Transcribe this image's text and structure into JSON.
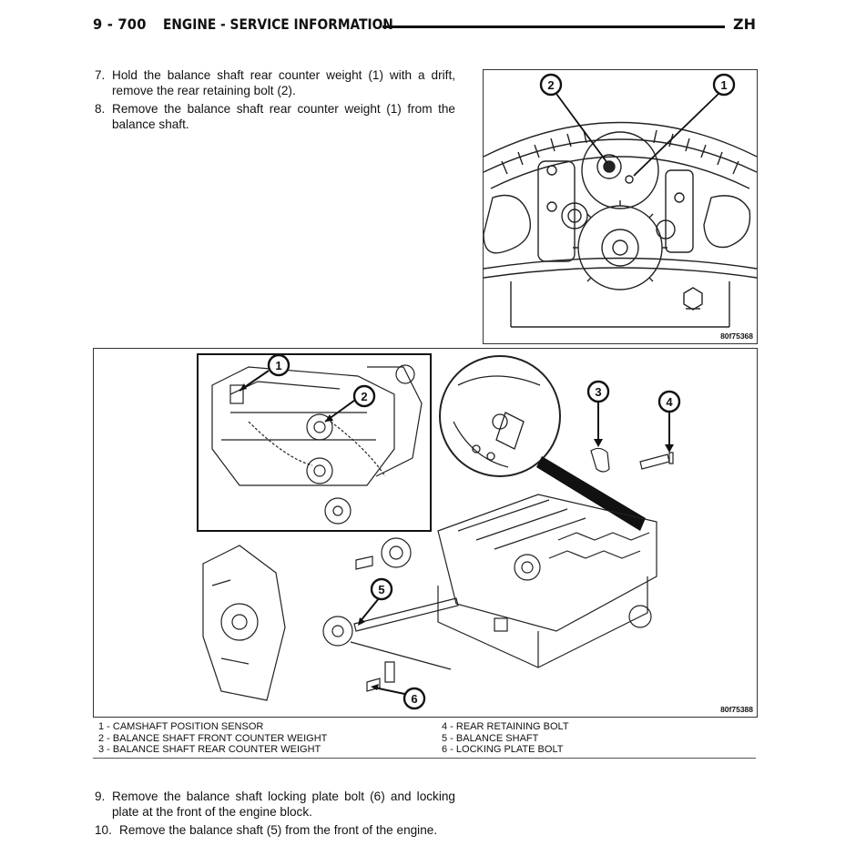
{
  "header": {
    "page_number": "9 - 700",
    "section_title": "ENGINE - SERVICE INFORMATION",
    "model_code": "ZH"
  },
  "steps_top": [
    {
      "num": "7.",
      "text": "Hold the balance shaft rear counter weight (1) with a drift, remove the rear retaining bolt (2)."
    },
    {
      "num": "8.",
      "text": "Remove the balance shaft rear counter weight (1) from the balance shaft."
    }
  ],
  "figure1": {
    "code": "80f75368",
    "callouts": [
      "2",
      "1"
    ]
  },
  "figure2": {
    "code": "80f75388",
    "callouts": [
      "1",
      "2",
      "3",
      "4",
      "5",
      "6"
    ]
  },
  "legend": [
    "1 - CAMSHAFT POSITION SENSOR",
    "2 - BALANCE SHAFT FRONT COUNTER WEIGHT",
    "3 - BALANCE SHAFT REAR COUNTER WEIGHT",
    "4 - REAR RETAINING BOLT",
    "5 - BALANCE SHAFT",
    "6 - LOCKING PLATE BOLT"
  ],
  "steps_bottom": [
    {
      "num": "9.",
      "text": "Remove the balance shaft locking plate bolt (6) and locking plate at the front of the engine block."
    },
    {
      "num": "10.",
      "text": "Remove the balance shaft (5) from the front of the engine."
    }
  ]
}
